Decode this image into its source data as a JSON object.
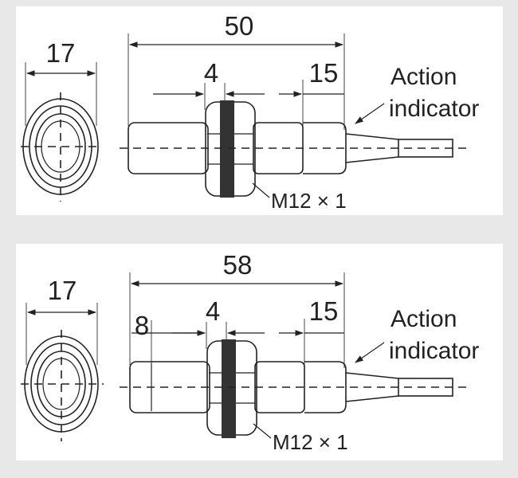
{
  "diagrams": [
    {
      "front_width": "17",
      "total_length": "50",
      "nut_width": "4",
      "tail_length": "15",
      "front_offset": "",
      "indicator_label_line1": "Action",
      "indicator_label_line2": "indicator",
      "thread_label": "M12 × 1"
    },
    {
      "front_width": "17",
      "total_length": "58",
      "nut_width": "4",
      "tail_length": "15",
      "front_offset": "8",
      "indicator_label_line1": "Action",
      "indicator_label_line2": "indicator",
      "thread_label": "M12 × 1"
    }
  ],
  "colors": {
    "line": "#222222",
    "nut_band": "#333333",
    "background": "#e8e8e8",
    "panel": "#ffffff"
  }
}
